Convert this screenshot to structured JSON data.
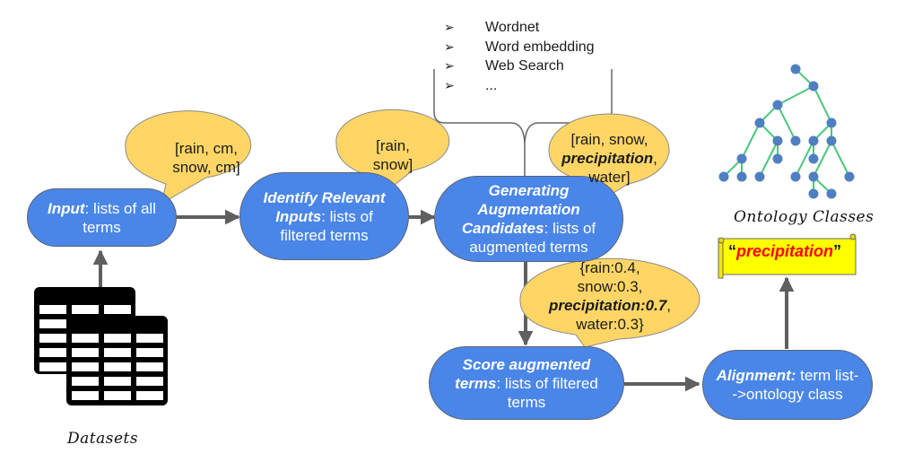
{
  "colors": {
    "node_fill": "#4a86e8",
    "bubble_fill": "#ffd666",
    "arrow": "#5f5f5f",
    "tree_node": "#4f7fc0",
    "tree_edge": "#4cc77c",
    "scroll_fill": "#ffff00",
    "highlight_text": "#ff0000"
  },
  "nodes": {
    "input": {
      "bold": "Input",
      "rest": ": lists of all terms"
    },
    "identify": {
      "bold": "Identify Relevant Inputs",
      "rest": ": lists of filtered terms"
    },
    "generating": {
      "bold": "Generating Augmentation Candidates",
      "rest": ": lists of augmented terms"
    },
    "score": {
      "bold": "Score augmented terms",
      "rest": ": lists of filtered terms"
    },
    "alignment": {
      "bold": "Alignment:",
      "rest": " term list-->ontology class"
    }
  },
  "bubbles": {
    "input_terms": {
      "line1": "[rain, cm,",
      "line2": "snow, cm]"
    },
    "filtered_terms": {
      "line1": "[rain,",
      "line2": "snow]"
    },
    "augmented_terms": {
      "line1": "[rain, snow,",
      "bold": "precipitation",
      "line2_suffix": ",",
      "line3": "water]"
    },
    "scores": {
      "line1": "{rain:0.4,",
      "line2": "snow:0.3,",
      "bold": "precipitation:0.7",
      "line3_suffix": ",",
      "line4": "water:0.3}"
    }
  },
  "augmentation_sources": [
    {
      "bullet": "➢",
      "label": "Wordnet"
    },
    {
      "bullet": "➢",
      "label": "Word embedding"
    },
    {
      "bullet": "➢",
      "label": "Web Search"
    },
    {
      "bullet": "➢",
      "label": "..."
    }
  ],
  "result": {
    "open_quote": "“",
    "term": "precipitation",
    "close_quote": "”"
  },
  "labels": {
    "ontology": "Ontology Classes",
    "datasets": "Datasets"
  },
  "icons": {
    "datasets": "table-stack-icon",
    "ontology": "tree-graph-icon",
    "result": "scroll-banner-icon"
  }
}
